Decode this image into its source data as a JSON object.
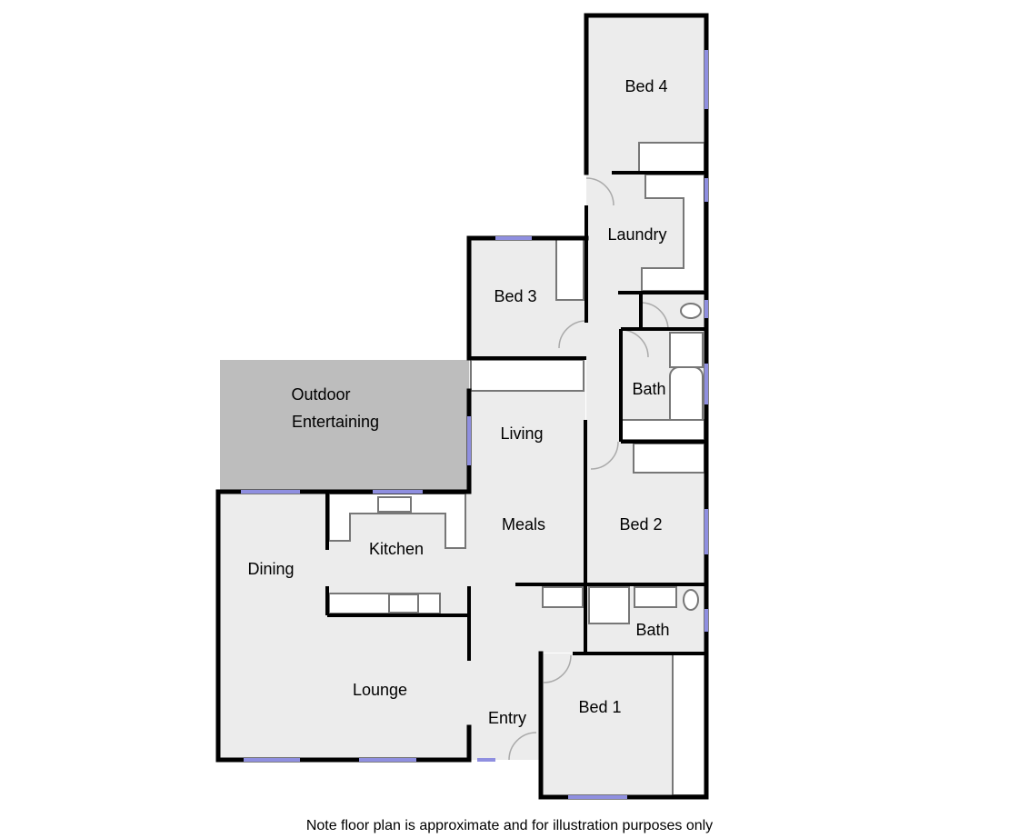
{
  "plan": {
    "rooms": [
      {
        "id": "bed4",
        "label": "Bed 4"
      },
      {
        "id": "laundry",
        "label": "Laundry"
      },
      {
        "id": "bed3",
        "label": "Bed 3"
      },
      {
        "id": "bath_upper",
        "label": "Bath"
      },
      {
        "id": "outdoor_1",
        "label": "Outdoor"
      },
      {
        "id": "outdoor_2",
        "label": "Entertaining"
      },
      {
        "id": "living",
        "label": "Living"
      },
      {
        "id": "meals",
        "label": "Meals"
      },
      {
        "id": "bed2",
        "label": "Bed 2"
      },
      {
        "id": "kitchen",
        "label": "Kitchen"
      },
      {
        "id": "dining",
        "label": "Dining"
      },
      {
        "id": "bath_lower",
        "label": "Bath"
      },
      {
        "id": "lounge",
        "label": "Lounge"
      },
      {
        "id": "entry",
        "label": "Entry"
      },
      {
        "id": "bed1",
        "label": "Bed 1"
      }
    ],
    "note": "Note floor plan is approximate and for illustration purposes only",
    "colors": {
      "walls": "#000000",
      "floor": "#ececec",
      "outdoor": "#bdbdbd",
      "windows": "#8f8fe0"
    }
  }
}
